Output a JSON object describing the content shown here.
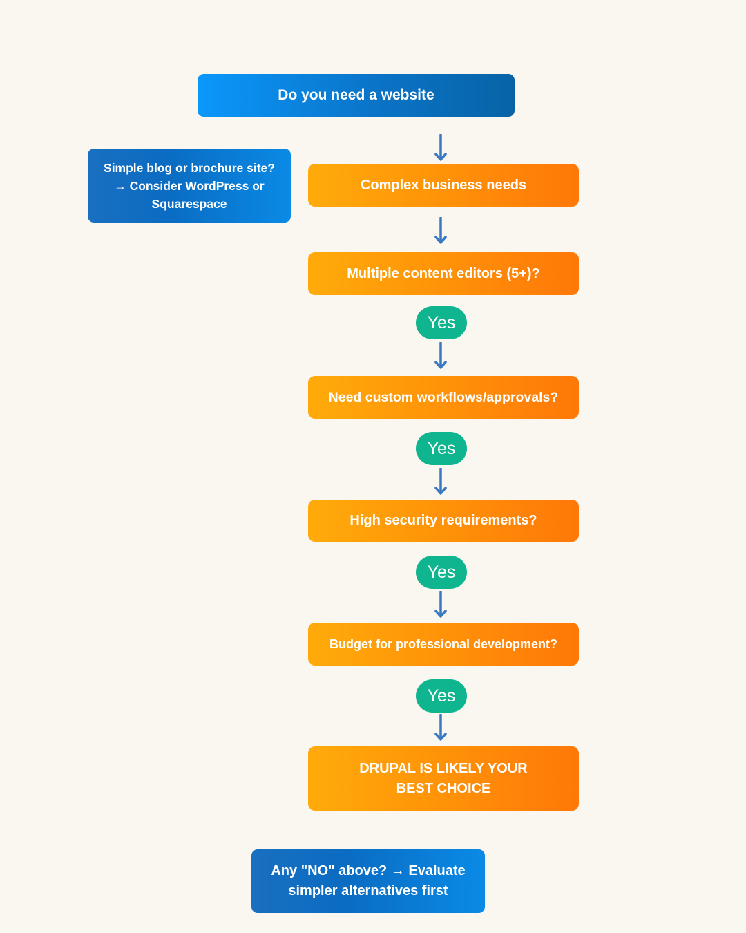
{
  "nodes": {
    "start": "Do you need a website",
    "side_note": "Simple blog or brochure site?\n→ Consider WordPress or\nSquarespace",
    "complex": "Complex business needs",
    "editors": "Multiple content editors (5+)?",
    "workflows": "Need custom workflows/approvals?",
    "security": "High security requirements?",
    "budget": "Budget for professional development?",
    "result": "DRUPAL IS LIKELY YOUR\nBEST CHOICE",
    "footer_note": "Any \"NO\" above? → Evaluate\nsimpler alternatives first"
  },
  "labels": {
    "yes_1": "Yes",
    "yes_2": "Yes",
    "yes_3": "Yes",
    "yes_4": "Yes"
  },
  "colors": {
    "background": "#faf7f0",
    "blue_start": "#0a98fb",
    "blue_end": "#0863a6",
    "orange_start": "#ffab0a",
    "orange_end": "#ff7808",
    "yes_green": "#0fb58e",
    "arrow": "#3a78c2"
  }
}
